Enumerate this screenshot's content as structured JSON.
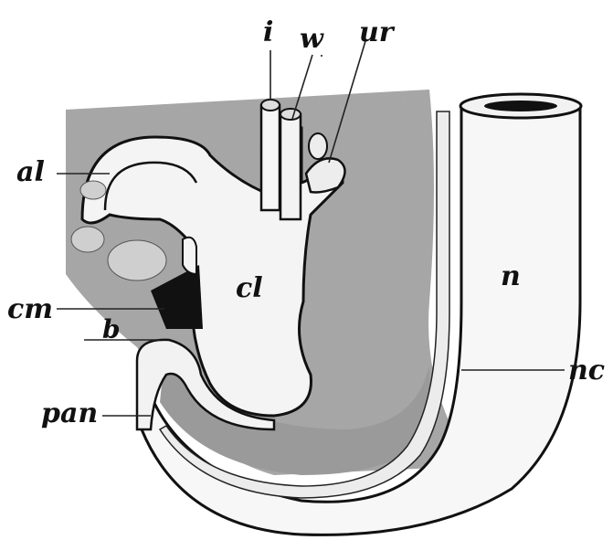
{
  "labels": {
    "i": "i",
    "w": "w",
    "ur": "ur",
    "al": "al",
    "cm": "cm",
    "b": "b",
    "cl": "cl",
    "n": "n",
    "pan": "pan",
    "nc": "nc"
  },
  "colors": {
    "background": "#ffffff",
    "mesentery": "#a3a3a3",
    "tissue_light": "#d9d9d9",
    "outline": "#111111"
  }
}
